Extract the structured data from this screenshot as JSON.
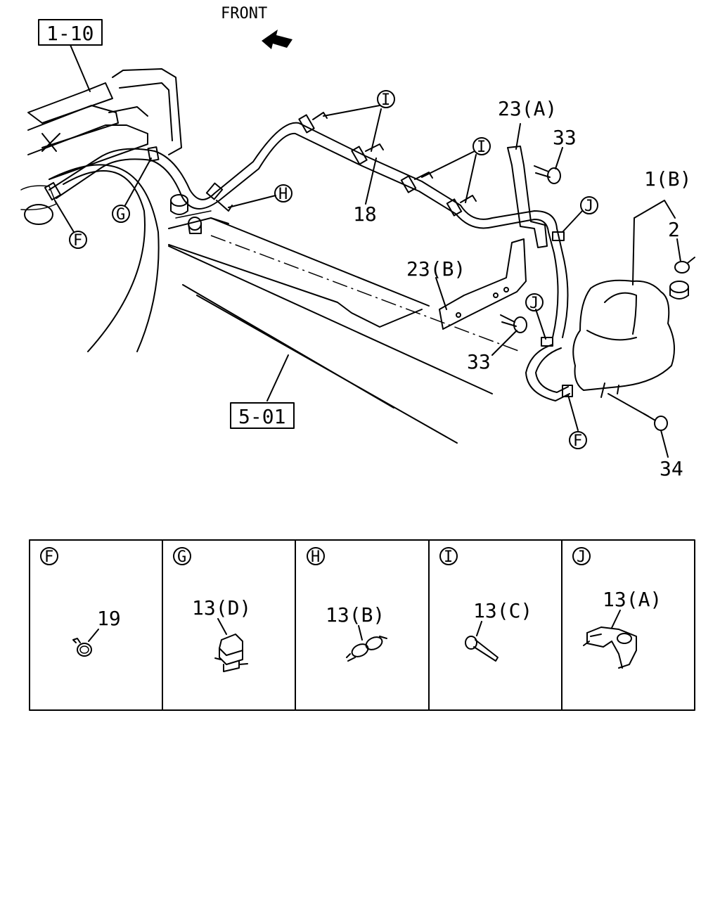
{
  "header": {
    "front_label": "FRONT"
  },
  "ref_boxes": {
    "top_left": "1-10",
    "bottom": "5-01"
  },
  "callouts": {
    "I": "I",
    "J": "J",
    "H": "H",
    "G": "G",
    "F": "F"
  },
  "part_numbers": {
    "p18": "18",
    "p23a": "23(A)",
    "p23b": "23(B)",
    "p33_top": "33",
    "p33_mid": "33",
    "p1b": "1(B)",
    "p2": "2",
    "p34": "34"
  },
  "detail_panels": [
    {
      "letter": "F",
      "part": "19"
    },
    {
      "letter": "G",
      "part": "13(D)"
    },
    {
      "letter": "H",
      "part": "13(B)"
    },
    {
      "letter": "I",
      "part": "13(C)"
    },
    {
      "letter": "J",
      "part": "13(A)"
    }
  ]
}
